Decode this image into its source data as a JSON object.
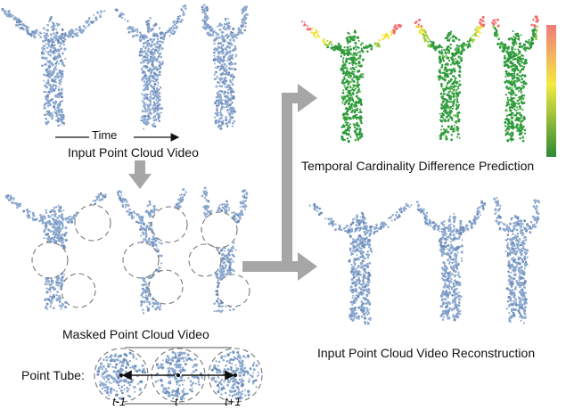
{
  "panels": {
    "input": {
      "caption": "Input Point Cloud Video",
      "time_label": "Time"
    },
    "prediction": {
      "caption": "Temporal Cardinality Difference Prediction"
    },
    "masked": {
      "caption": "Masked Point Cloud Video"
    },
    "reconstruction": {
      "caption": "Input Point Cloud Video Reconstruction"
    },
    "tube": {
      "caption": "Point Tube:",
      "frame_labels": [
        "t-1",
        "t",
        "t+1"
      ]
    }
  },
  "colors": {
    "points": "#8eaad0",
    "points_dark": "#6d8dba",
    "heat_low": "#2e9a3c",
    "heat_mid": "#f2e436",
    "heat_high": "#f06a6a",
    "arrow_gray": "#a6a6a6",
    "mask_circle": "#777777"
  }
}
